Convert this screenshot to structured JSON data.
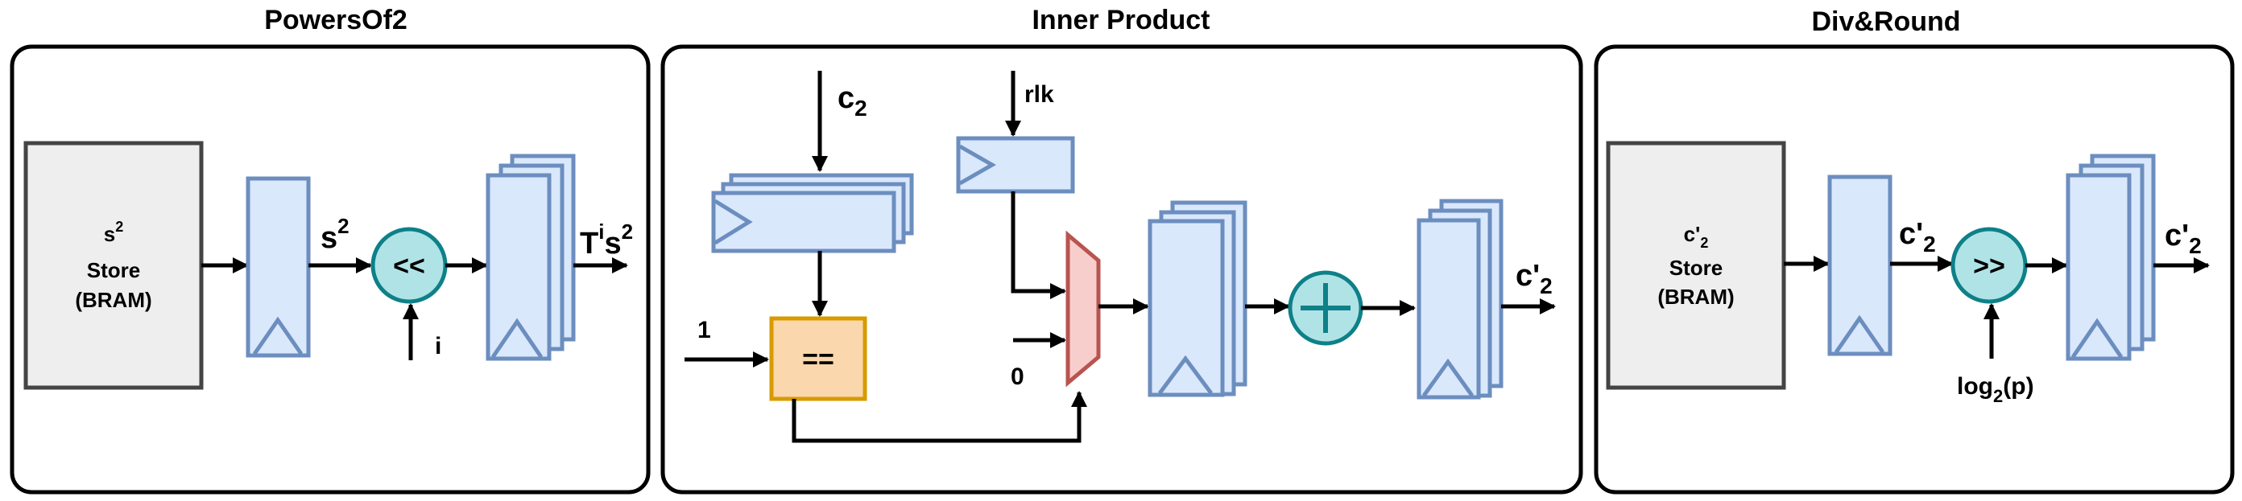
{
  "panels": {
    "powers": {
      "title": "PowersOf2",
      "bram_line1": "s",
      "bram_line1_sup": "2",
      "bram_line2": "Store",
      "bram_line3": "(BRAM)",
      "wire_label": "s",
      "wire_label_sup": "2",
      "shifter_symbol": "<<",
      "shift_input": "i",
      "output_T": "T",
      "output_sup_i": "i",
      "output_s": "s",
      "output_sup_2": "2"
    },
    "inner": {
      "title": "Inner Product",
      "c2_label": "c",
      "c2_sub": "2",
      "rlk_label": "rlk",
      "one_label": "1",
      "compare_symbol": "==",
      "zero_label": "0",
      "output_label": "c'",
      "output_sub": "2"
    },
    "div": {
      "title": "Div&Round",
      "bram_line1": "c'",
      "bram_line1_sub": "2",
      "bram_line2": "Store",
      "bram_line3": "(BRAM)",
      "wire_label": "c'",
      "wire_label_sub": "2",
      "shifter_symbol": ">>",
      "shift_input": "log",
      "shift_input_sub": "2",
      "shift_input_tail": "(p)",
      "output_label": "c'",
      "output_sub": "2"
    }
  }
}
